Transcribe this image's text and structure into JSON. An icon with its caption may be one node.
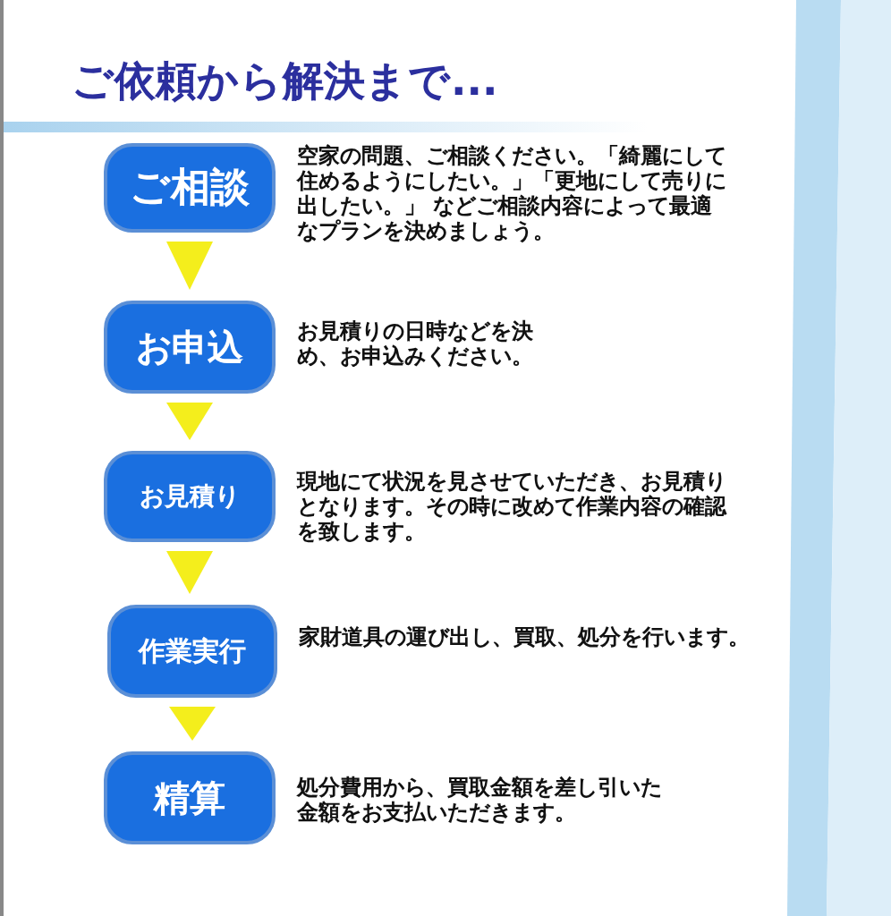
{
  "diagram": {
    "title": "ご依頼から解決まで...",
    "nodes": [
      {
        "text": [
          "ご相談"
        ],
        "beside": [
          "空家の問題、ご相談ください。「綺麗にして住めるようにしたい。」「更地にして売りに出したい。」 などご相談内容によって最適なプランを決めましょう。"
        ]
      },
      {
        "text": [
          "お申込"
        ],
        "beside": [
          "お見積りの日時などを決め、お申込みください。"
        ]
      },
      {
        "text": [
          "お見積り"
        ],
        "beside": [
          "現地にて状況を見させていただき、お見積りとなります。その時に改めて作業内容の確認を致します。"
        ]
      },
      {
        "text": [
          "作業実行"
        ],
        "beside": [
          "家財道具の運び出し、買取、処分を行います。"
        ]
      },
      {
        "text": [
          "精算"
        ],
        "beside": [
          "処分費用から、買取金額を差し引いた金額をお支払いただきます。"
        ]
      }
    ],
    "edges": [
      {
        "from": 0,
        "to": 1,
        "arrow": "to"
      },
      {
        "from": 1,
        "to": 2,
        "arrow": "to"
      },
      {
        "from": 2,
        "to": 3,
        "arrow": "to"
      },
      {
        "from": 3,
        "to": 4,
        "arrow": "to"
      }
    ]
  }
}
